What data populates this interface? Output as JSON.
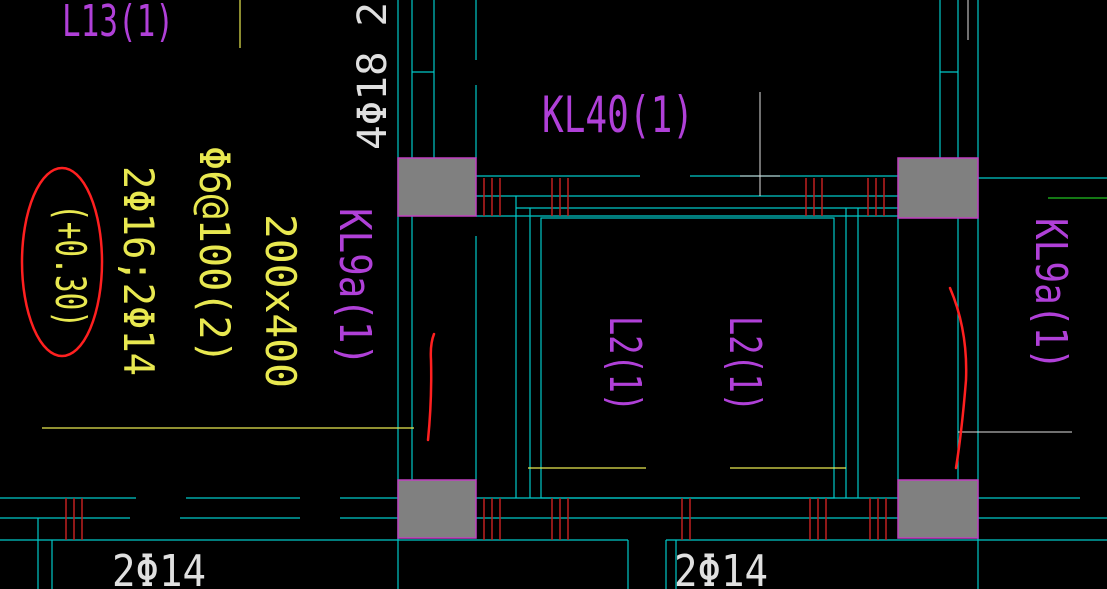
{
  "drawing": {
    "labels": {
      "beam_l13": "L13(1)",
      "beam_kl40": "KL40(1)",
      "rebar_top_vertical": "4Φ18 2",
      "beam_kl9a_left": "KL9a(1)",
      "beam_kl9a_right": "KL9a(1)",
      "beam_l2_left": "L2(1)",
      "beam_l2_right": "L2(1)",
      "section_size": "200x400",
      "stirrup": "Φ6@100(2)",
      "longitudinal_bars": "2Φ16;2Φ14",
      "elevation_offset": "(+0.30)",
      "rebar_bottom_left": "2Φ14",
      "rebar_bottom_right": "2Φ14"
    },
    "colors": {
      "background": "#000000",
      "beam_lines": "#00c8c8",
      "text_beam_names": "#b040d8",
      "text_annotations": "#e8e850",
      "column_fill": "#808080",
      "column_border": "#c040c0",
      "rebar_marks": "#c02020",
      "markup_red": "#ff2020",
      "white_lines": "#e0e0e0",
      "green_line": "#20c020"
    }
  }
}
